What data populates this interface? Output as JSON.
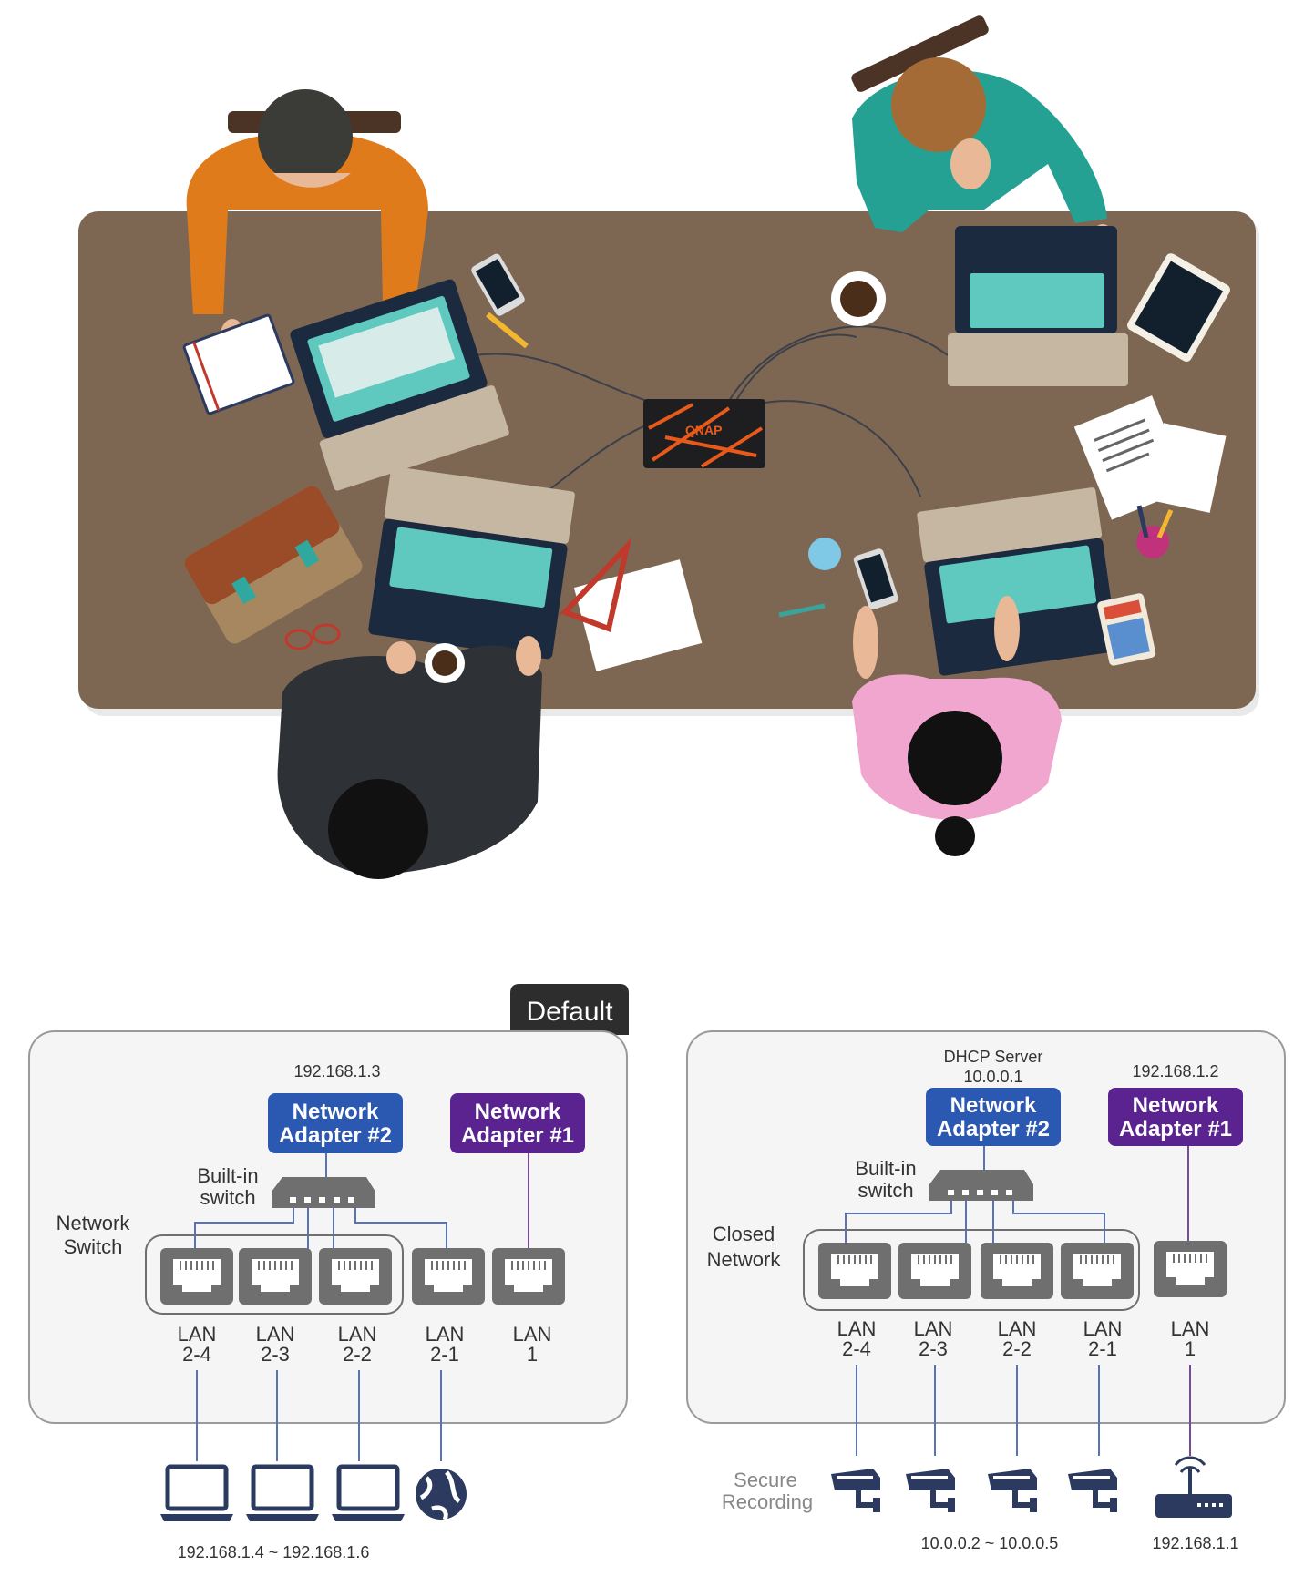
{
  "scene": {
    "brand_logo": "QNAP",
    "icons": [
      "laptop-icon",
      "smartphone-icon",
      "tablet-icon",
      "coffee-cup-icon",
      "notebook-icon",
      "pencil-icon",
      "briefcase-icon",
      "glasses-icon",
      "calculator-icon",
      "documents-icon",
      "pen-holder-icon",
      "nas-device-icon"
    ]
  },
  "colors": {
    "table": "#7d6753",
    "adapter2": "#2b58b0",
    "adapter1": "#5a2390",
    "panel_bg": "#f5f5f5",
    "panel_border": "#9a9a9a",
    "port": "#6f6f6f",
    "blue_line": "#5a72b8",
    "purple_line": "#7a4a9a",
    "device": "#2b3a5e"
  },
  "left_panel": {
    "tab_label": "Default",
    "adapter2_ip": "192.168.1.3",
    "adapter2_line1": "Network",
    "adapter2_line2": "Adapter #2",
    "adapter1_line1": "Network",
    "adapter1_line2": "Adapter #1",
    "switch_line1": "Built-in",
    "switch_line2": "switch",
    "group_line1": "Network",
    "group_line2": "Switch",
    "ports": [
      {
        "top": "LAN",
        "bottom": "2-4"
      },
      {
        "top": "LAN",
        "bottom": "2-3"
      },
      {
        "top": "LAN",
        "bottom": "2-2"
      },
      {
        "top": "LAN",
        "bottom": "2-1"
      },
      {
        "top": "LAN",
        "bottom": "1"
      }
    ],
    "devices_ip": "192.168.1.4 ~ 192.168.1.6"
  },
  "right_panel": {
    "dhcp_label": "DHCP Server",
    "adapter2_ip": "10.0.0.1",
    "adapter1_ip": "192.168.1.2",
    "adapter2_line1": "Network",
    "adapter2_line2": "Adapter #2",
    "adapter1_line1": "Network",
    "adapter1_line2": "Adapter #1",
    "switch_line1": "Built-in",
    "switch_line2": "switch",
    "group_line1": "Closed",
    "group_line2": "Network",
    "ports": [
      {
        "top": "LAN",
        "bottom": "2-4"
      },
      {
        "top": "LAN",
        "bottom": "2-3"
      },
      {
        "top": "LAN",
        "bottom": "2-2"
      },
      {
        "top": "LAN",
        "bottom": "2-1"
      },
      {
        "top": "LAN",
        "bottom": "1"
      }
    ],
    "recording_line1": "Secure",
    "recording_line2": "Recording",
    "cameras_ip": "10.0.0.2 ~ 10.0.0.5",
    "router_ip": "192.168.1.1"
  }
}
